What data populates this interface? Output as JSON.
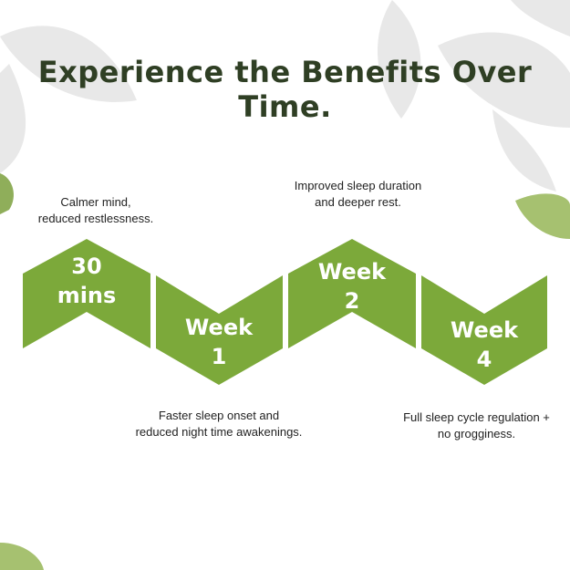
{
  "title": "Experience the Benefits Over Time.",
  "colors": {
    "accent_green": "#7ca93a",
    "title_dark": "#2f3f24",
    "text": "#222222",
    "leaf_gray": "#e6e6e6",
    "leaf_green": "#9fbe6a"
  },
  "stages": [
    {
      "line1": "30",
      "line2": "mins",
      "caption_line1": "Calmer mind,",
      "caption_line2": "reduced restlessness."
    },
    {
      "line1": "Week",
      "line2": "1",
      "caption_line1": "Faster sleep onset and",
      "caption_line2": "reduced night time awakenings."
    },
    {
      "line1": "Week",
      "line2": "2",
      "caption_line1": "Improved sleep duration",
      "caption_line2": "and deeper rest."
    },
    {
      "line1": "Week",
      "line2": "4",
      "caption_line1": "Full sleep cycle regulation +",
      "caption_line2": "no grogginess."
    }
  ]
}
